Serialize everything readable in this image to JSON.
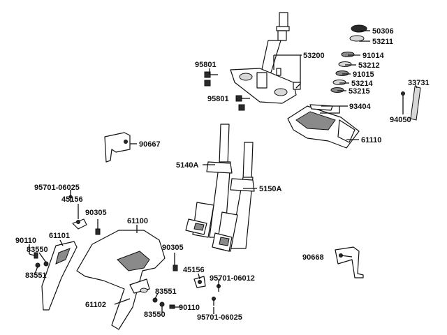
{
  "labels": {
    "l50306": "50306",
    "l53211": "53211",
    "l91014": "91014",
    "l53212": "53212",
    "l91015": "91015",
    "l53214": "53214",
    "l53215": "53215",
    "l53200": "53200",
    "l95801a": "95801",
    "l95801b": "95801",
    "l33731": "33731",
    "l93404": "93404",
    "l94050": "94050",
    "l61110": "61110",
    "l90667": "90667",
    "l5140A": "5140A",
    "l5150A": "5150A",
    "l95701a": "95701-06025",
    "l45156a": "45156",
    "l90305a": "90305",
    "l61100": "61100",
    "l90110a": "90110",
    "l61101": "61101",
    "l83550a": "83550",
    "l83551a": "83551",
    "l90305b": "90305",
    "l90668": "90668",
    "l45156b": "45156",
    "l95701b": "95701-06012",
    "l83551b": "83551",
    "l61102": "61102",
    "l90110b": "90110",
    "l83550b": "83550",
    "l95701c": "95701-06025"
  }
}
